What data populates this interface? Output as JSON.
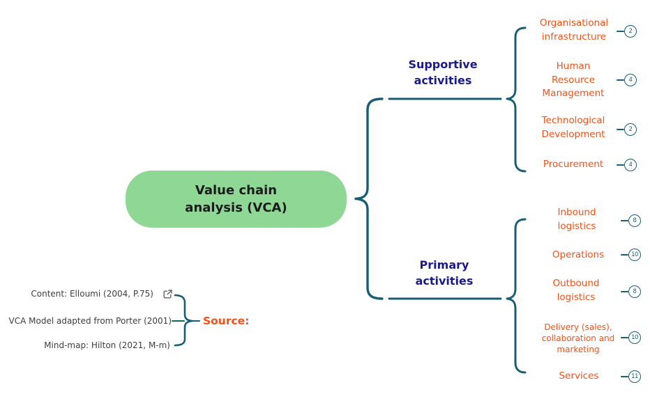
{
  "root": {
    "label": "Value chain analysis (VCA)"
  },
  "branches": [
    {
      "label": "Supportive activities",
      "children": [
        {
          "label": "Organisational infrastructure",
          "count": "2"
        },
        {
          "label": "Human Resource Management",
          "count": "4"
        },
        {
          "label": "Technological Development",
          "count": "2"
        },
        {
          "label": "Procurement",
          "count": "4"
        }
      ]
    },
    {
      "label": "Primary activities",
      "children": [
        {
          "label": "Inbound logistics",
          "count": "8"
        },
        {
          "label": "Operations",
          "count": "10"
        },
        {
          "label": "Outbound logistics",
          "count": "8"
        },
        {
          "label": "Delivery (sales), collaboration and marketing",
          "count": "10"
        },
        {
          "label": "Services",
          "count": "11"
        }
      ]
    }
  ],
  "source": {
    "label": "Source:",
    "items": [
      "Content: Elloumi (2004, P.75)",
      "VCA Model adapted from Porter (2001)",
      "Mind-map: Hilton (2021, M-m)"
    ],
    "external_link_icon": "external-link"
  },
  "colors": {
    "node_green": "#8fd795",
    "brace_teal": "#175d73",
    "branch_navy": "#1a1a8c",
    "topic_orange": "#f75014",
    "source_text": "#3d3d3d"
  }
}
